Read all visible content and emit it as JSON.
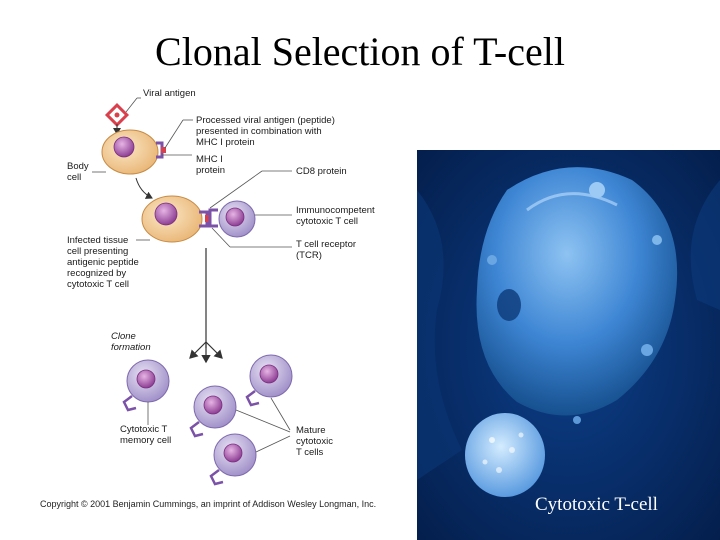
{
  "slide": {
    "title": "Clonal Selection of T-cell",
    "copyright": "Copyright © 2001 Benjamin Cummings, an imprint of Addison Wesley Longman, Inc.",
    "photo_caption": "Cytotoxic T-cell"
  },
  "diagram": {
    "viral_antigen": "Viral antigen",
    "processed_antigen": [
      "Processed viral antigen (peptide)",
      "presented in combination with",
      "MHC I protein"
    ],
    "body_cell": [
      "Body",
      "cell"
    ],
    "mhc_protein": [
      "MHC I",
      "protein"
    ],
    "cd8_protein": "CD8 protein",
    "immunocompetent": [
      "Immunocompetent",
      "cytotoxic T cell"
    ],
    "infected_cell": [
      "Infected tissue",
      "cell presenting",
      "antigenic peptide",
      "recognized by",
      "cytotoxic T cell"
    ],
    "tcr": [
      "T cell receptor",
      "(TCR)"
    ],
    "clone_formation": [
      "Clone",
      "formation"
    ],
    "memory_cell": [
      "Cytotoxic T",
      "memory cell"
    ],
    "mature_cells": [
      "Mature",
      "cytotoxic",
      "T cells"
    ]
  },
  "colors": {
    "body_cell_fill": "#f2c98f",
    "nucleus": "#a45fa8",
    "t_cell_fill": "#b7a6d6",
    "antigen": "#e0505a",
    "photo_blue": "#2a6fc0"
  }
}
